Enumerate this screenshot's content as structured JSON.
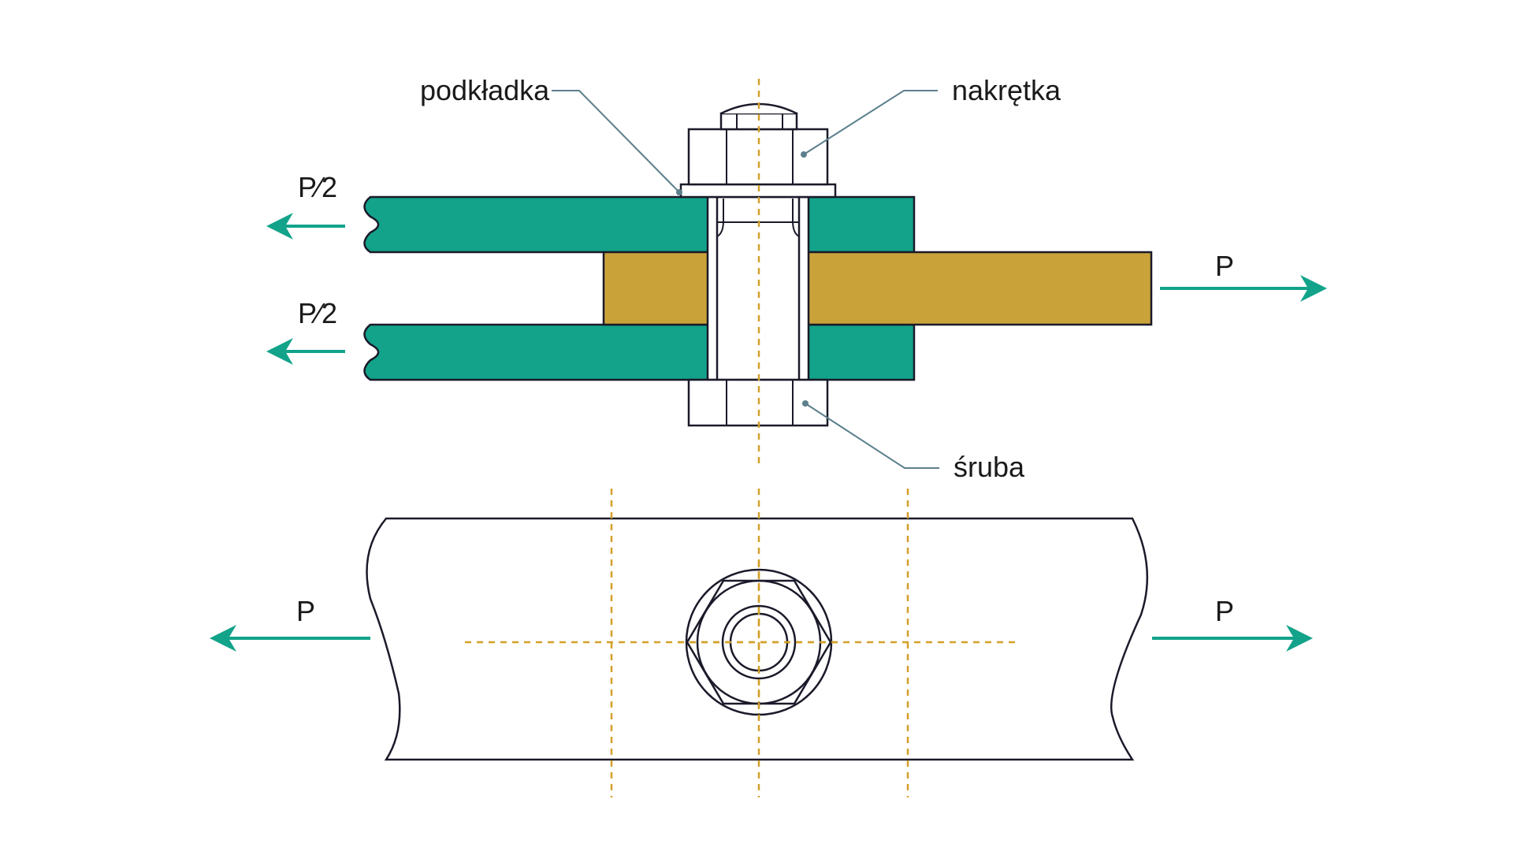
{
  "labels": {
    "washer": "podkładka",
    "nut": "nakrętka",
    "bolt": "śruba",
    "force_half_top": "P⁄2",
    "force_half_bottom": "P⁄2",
    "force_right_top": "P",
    "force_left_bottom": "P",
    "force_right_bottom": "P"
  },
  "colors": {
    "outer_plates": "#12a38a",
    "middle_plate": "#c9a33a",
    "arrow": "#12a38a",
    "centerline": "#d4a02a",
    "leader": "#5c7f8c",
    "outline": "#1a1a2a"
  }
}
